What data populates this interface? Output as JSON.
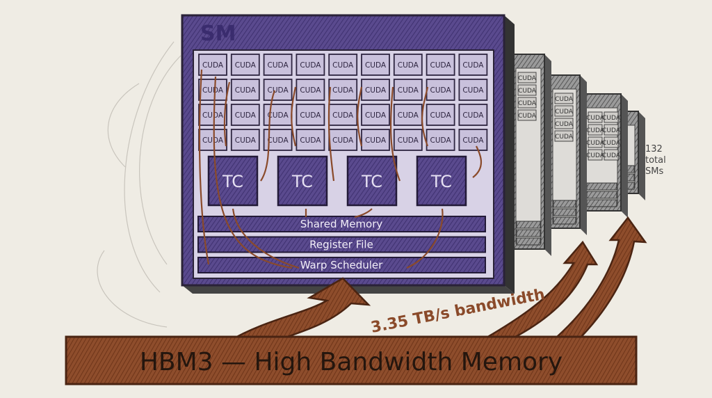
{
  "sm": {
    "title": "SM",
    "cuda_label": "CUDA",
    "cuda_rows": 4,
    "cuda_cols": 9,
    "tensor_core_label": "TC",
    "tensor_core_count": 4,
    "bars": [
      "Shared Memory",
      "Register File",
      "Warp Scheduler"
    ]
  },
  "stack": {
    "count_label": "132",
    "total_label": "total",
    "sms_label": "SMs"
  },
  "memory": {
    "banner": "HBM3 — High Bandwidth Memory",
    "bandwidth": "3.35 TB/s bandwidth"
  },
  "colors": {
    "paper": "#efece4",
    "purple": "#4f3f80",
    "purple_light": "#d8d2e6",
    "brown": "#8a4a2a",
    "gray": "#5c5c5c"
  }
}
